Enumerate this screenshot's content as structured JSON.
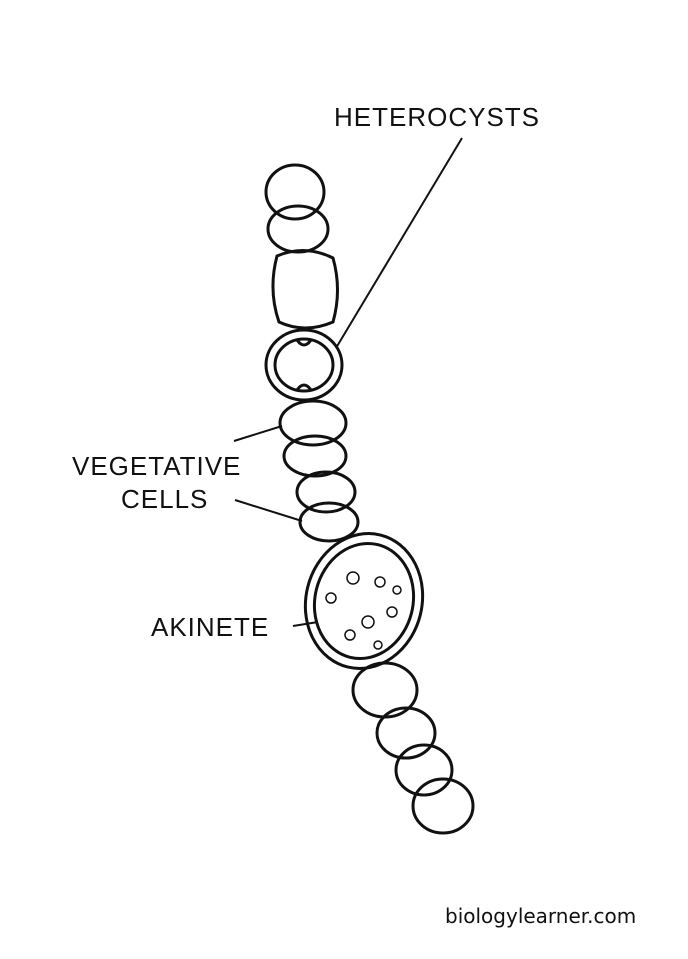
{
  "labels": {
    "heterocysts": "HETEROCYSTS",
    "vegetative_line1": "VEGETATIVE",
    "vegetative_line2": "CELLS",
    "akinete": "AKINETE"
  },
  "watermark": "biologylearner.com",
  "colors": {
    "ink": "#111111",
    "background": "#ffffff"
  }
}
